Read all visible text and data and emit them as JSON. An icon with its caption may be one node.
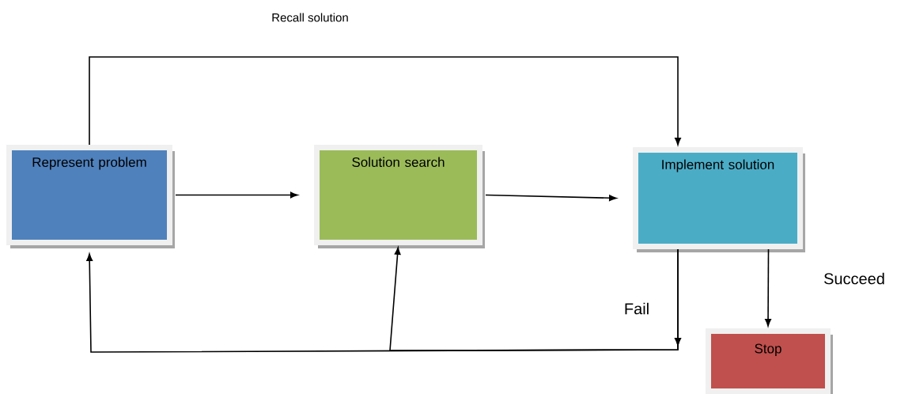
{
  "diagram": {
    "nodes": [
      {
        "text": [
          "Represent problem"
        ]
      },
      {
        "text": [
          "Solution search"
        ]
      },
      {
        "text": [
          "Implement solution"
        ]
      },
      {
        "text": [
          "Stop"
        ]
      }
    ],
    "edges": [
      {
        "from": 0,
        "to": 2,
        "arrow": "to",
        "label": "Recall solution"
      },
      {
        "from": 0,
        "to": 1,
        "arrow": "to"
      },
      {
        "from": 1,
        "to": 2,
        "arrow": "to"
      },
      {
        "from": 2,
        "to": 0,
        "arrow": "to",
        "label": "Fail"
      },
      {
        "from": 2,
        "to": 1,
        "arrow": "to"
      },
      {
        "from": 2,
        "to": 3,
        "arrow": "to",
        "label": "Succeed"
      }
    ]
  }
}
